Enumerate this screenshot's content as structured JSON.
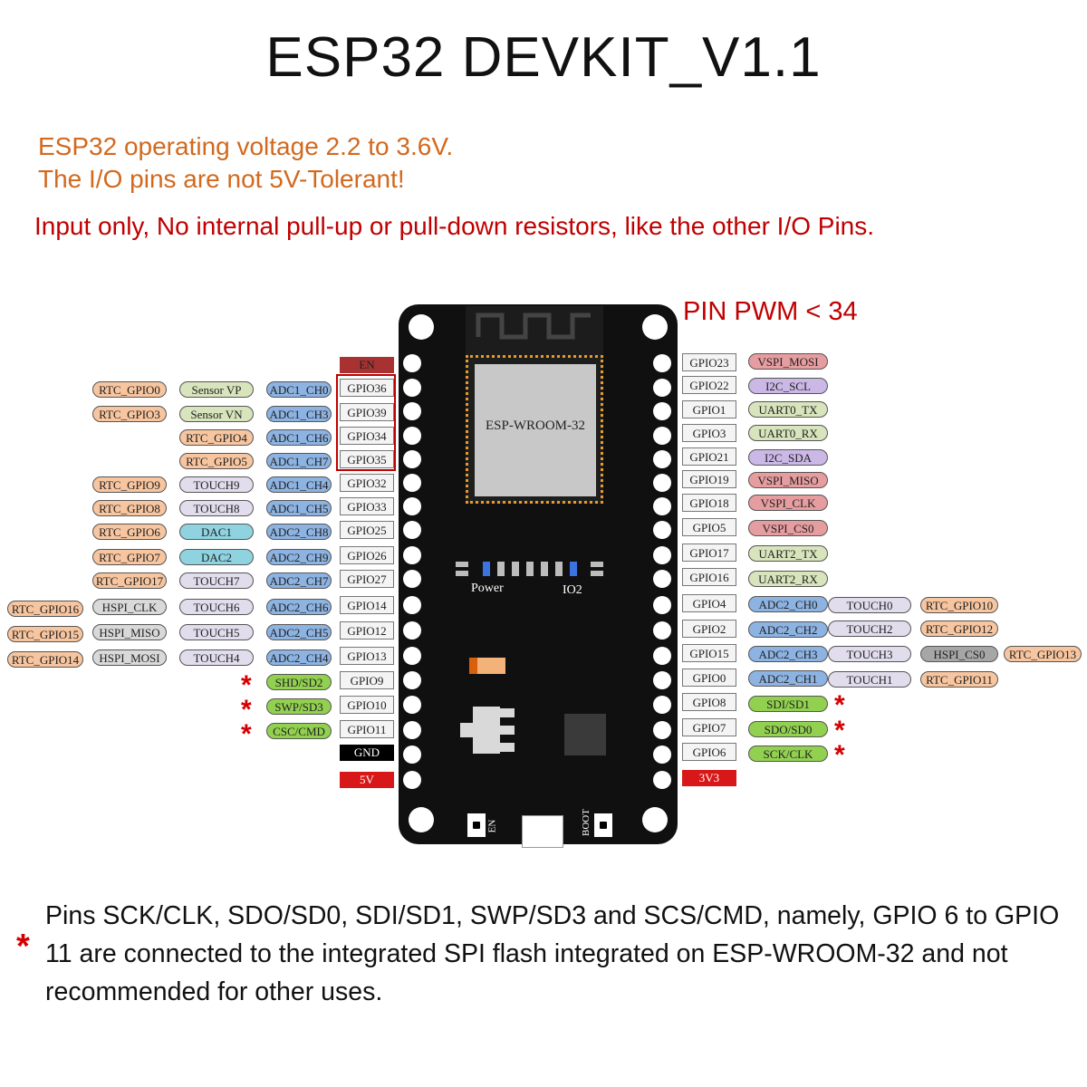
{
  "title": "ESP32 DEVKIT_V1.1",
  "notes": {
    "voltage": "ESP32 operating voltage 2.2 to 3.6V.",
    "tolerant": "The I/O pins are not 5V-Tolerant!",
    "input_only": "Input only, No internal pull-up or pull-down resistors, like the other I/O Pins.",
    "pwm": "PIN PWM < 34"
  },
  "board": {
    "module": "ESP-WROOM-32",
    "power_label": "Power",
    "io2_label": "IO2",
    "en_label": "EN",
    "boot_label": "BOOT"
  },
  "colors": {
    "rtc": "#f7c59f",
    "sensor": "#d8e4bc",
    "adc": "#8db3e2",
    "touch": "#e2dded",
    "dac": "#8fd3e0",
    "hspi": "#d9d9d9",
    "flash": "#92d050",
    "vspi": "#e69da0",
    "i2c": "#cbb8e6",
    "uart": "#d8e4bc",
    "en": "#a83232",
    "power": "#d81818",
    "gnd": "#000000",
    "star": "#d40000"
  },
  "left_pins": {
    "power": [
      "EN",
      "GND",
      "5V"
    ],
    "gpio": [
      "GPIO36",
      "GPIO39",
      "GPIO34",
      "GPIO35",
      "GPIO32",
      "GPIO33",
      "GPIO25",
      "GPIO26",
      "GPIO27",
      "GPIO14",
      "GPIO12",
      "GPIO13",
      "GPIO9",
      "GPIO10",
      "GPIO11"
    ],
    "adc": [
      "ADC1_CH0",
      "ADC1_CH3",
      "ADC1_CH6",
      "ADC1_CH7",
      "ADC1_CH4",
      "ADC1_CH5",
      "ADC2_CH8",
      "ADC2_CH9",
      "ADC2_CH7",
      "ADC2_CH6",
      "ADC2_CH5",
      "ADC2_CH4"
    ],
    "flash": [
      "SHD/SD2",
      "SWP/SD3",
      "CSC/CMD"
    ],
    "sensor": [
      "Sensor VP",
      "Sensor VN"
    ],
    "rtc_mid": [
      "RTC_GPIO4",
      "RTC_GPIO5"
    ],
    "touch": [
      "TOUCH9",
      "TOUCH8",
      "TOUCH7",
      "TOUCH6",
      "TOUCH5",
      "TOUCH4"
    ],
    "dac": [
      "DAC1",
      "DAC2"
    ],
    "rtc_outer": [
      "RTC_GPIO0",
      "RTC_GPIO3",
      "RTC_GPIO9",
      "RTC_GPIO8",
      "RTC_GPIO6",
      "RTC_GPIO7",
      "RTC_GPIO17"
    ],
    "hspi": [
      "HSPI_CLK",
      "HSPI_MISO",
      "HSPI_MOSI"
    ],
    "rtc_far": [
      "RTC_GPIO16",
      "RTC_GPIO15",
      "RTC_GPIO14"
    ]
  },
  "right_pins": {
    "gpio": [
      "GPIO23",
      "GPIO22",
      "GPIO1",
      "GPIO3",
      "GPIO21",
      "GPIO19",
      "GPIO18",
      "GPIO5",
      "GPIO17",
      "GPIO16",
      "GPIO4",
      "GPIO2",
      "GPIO15",
      "GPIO0",
      "GPIO8",
      "GPIO7",
      "GPIO6"
    ],
    "power": [
      "3V3"
    ],
    "func1": [
      "VSPI_MOSI",
      "I2C_SCL",
      "UART0_TX",
      "UART0_RX",
      "I2C_SDA",
      "VSPI_MISO",
      "VSPI_CLK",
      "VSPI_CS0",
      "UART2_TX",
      "UART2_RX",
      "ADC2_CH0",
      "ADC2_CH2",
      "ADC2_CH3",
      "ADC2_CH1",
      "SDI/SD1",
      "SDO/SD0",
      "SCK/CLK"
    ],
    "touch": [
      "TOUCH0",
      "TOUCH2",
      "TOUCH3",
      "TOUCH1"
    ],
    "hspi": [
      "HSPI_CS0"
    ],
    "rtc": [
      "RTC_GPIO10",
      "RTC_GPIO12",
      "RTC_GPIO13",
      "RTC_GPIO11"
    ]
  },
  "footer": {
    "star": "*",
    "text": "Pins SCK/CLK, SDO/SD0, SDI/SD1, SWP/SD3 and SCS/CMD, namely, GPIO 6 to GPIO 11 are connected to the integrated SPI flash integrated on ESP-WROOM-32 and not recommended for other uses."
  }
}
